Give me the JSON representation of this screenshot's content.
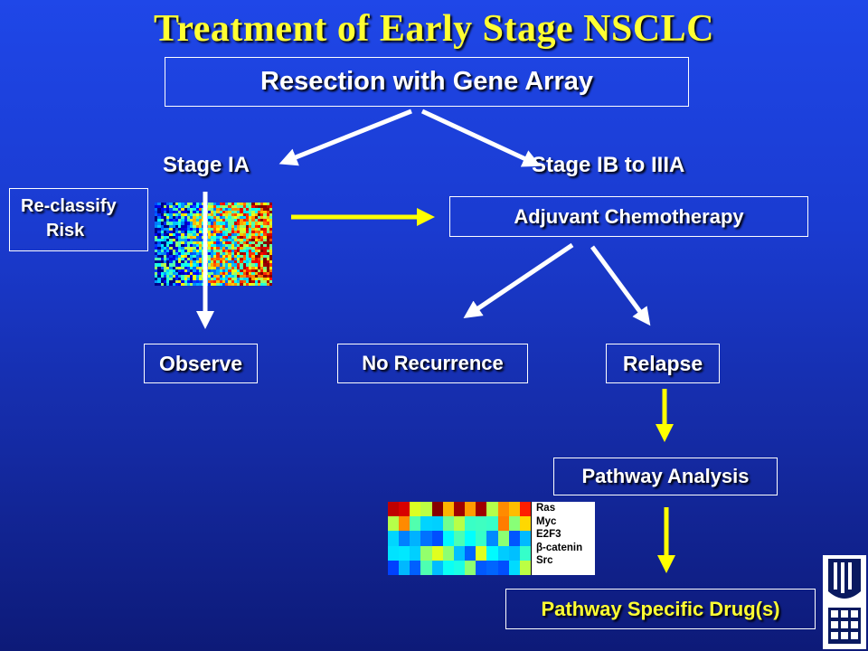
{
  "title": "Treatment of Early Stage NSCLC",
  "resection": "Resection with Gene Array",
  "stage_ia": "Stage IA",
  "stage_ib": "Stage IB to IIIA",
  "reclassify": {
    "line1": "Re-classify",
    "line2": "Risk"
  },
  "adjuvant": "Adjuvant Chemotherapy",
  "observe": "Observe",
  "no_recurrence": "No Recurrence",
  "relapse": "Relapse",
  "pathway_analysis": "Pathway Analysis",
  "pathway_drugs": "Pathway Specific Drug(s)",
  "pathway_genes": [
    "Ras",
    "Myc",
    "E2F3",
    "β-catenin",
    "Src"
  ],
  "colors": {
    "title": "#ffff33",
    "arrow_white": "#ffffff",
    "arrow_yellow": "#ffff00",
    "background_top": "#1f47e8",
    "background_bottom": "#0d1a78"
  },
  "icons": [
    "duke-logo-icon"
  ]
}
